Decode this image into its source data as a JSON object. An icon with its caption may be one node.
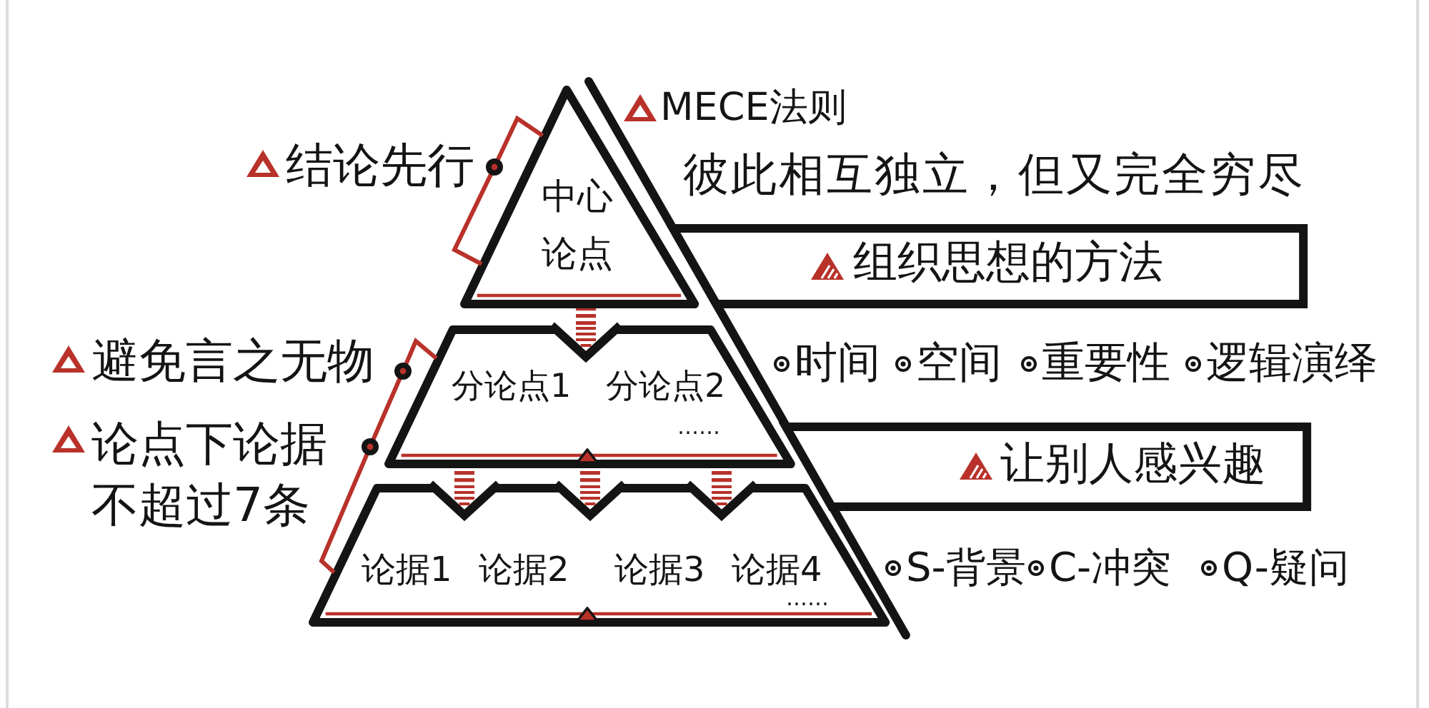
{
  "diagram": {
    "nodes": [
      {
        "text": [
          "中心论点"
        ]
      },
      {
        "text": [
          "分论点1",
          "分论点2",
          "……"
        ]
      },
      {
        "text": [
          "论据1",
          "论据2",
          "论据3",
          "论据4",
          "……"
        ]
      },
      {
        "text": [
          "结论先行"
        ]
      },
      {
        "text": [
          "避免言之无物"
        ]
      },
      {
        "text": [
          "论点下论据不超过7条"
        ]
      },
      {
        "text": [
          "组织思想的方法"
        ]
      },
      {
        "text": [
          "让别人感兴趣"
        ]
      }
    ],
    "edges": [
      {
        "from": 0,
        "to": 1,
        "arrow": "to"
      },
      {
        "from": 1,
        "to": 2,
        "arrow": "to"
      },
      {
        "from": 1,
        "to": 2,
        "arrow": "to"
      },
      {
        "from": 1,
        "to": 2,
        "arrow": "to"
      },
      {
        "from": 3,
        "to": 0,
        "arrow": "none",
        "color": "#b8322a"
      },
      {
        "from": 4,
        "to": 1,
        "arrow": "none",
        "color": "#b8322a"
      },
      {
        "from": 5,
        "to": 2,
        "arrow": "none",
        "color": "#b8322a"
      }
    ],
    "labels": [
      "MECE法则",
      "彼此相互独立，但又完全穷尽",
      "时间",
      "空间",
      "重要性",
      "逻辑演绎",
      "S-背景",
      "C-冲突",
      "Q-疑问"
    ]
  }
}
